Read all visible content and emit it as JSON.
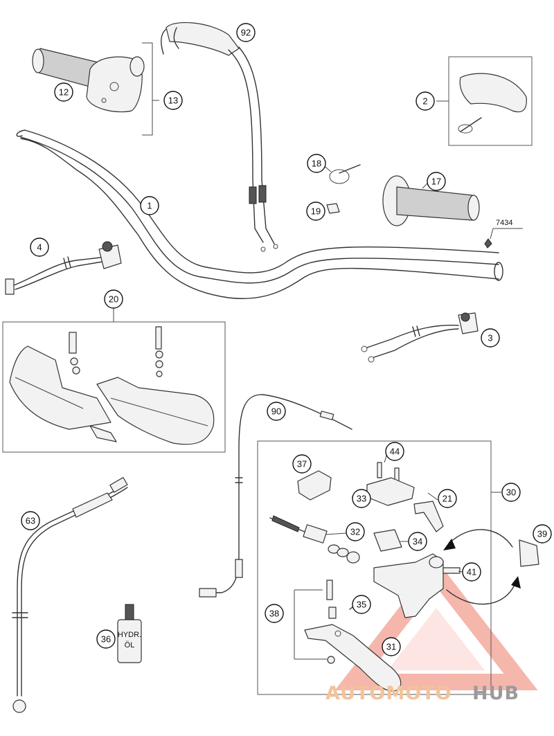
{
  "callouts": [
    {
      "id": "c1",
      "label": "1"
    },
    {
      "id": "c2",
      "label": "2"
    },
    {
      "id": "c3",
      "label": "3"
    },
    {
      "id": "c4",
      "label": "4"
    },
    {
      "id": "c12",
      "label": "12"
    },
    {
      "id": "c13",
      "label": "13"
    },
    {
      "id": "c17",
      "label": "17"
    },
    {
      "id": "c18",
      "label": "18"
    },
    {
      "id": "c19",
      "label": "19"
    },
    {
      "id": "c20",
      "label": "20"
    },
    {
      "id": "c21",
      "label": "21"
    },
    {
      "id": "c30",
      "label": "30"
    },
    {
      "id": "c31",
      "label": "31"
    },
    {
      "id": "c32",
      "label": "32"
    },
    {
      "id": "c33",
      "label": "33"
    },
    {
      "id": "c34",
      "label": "34"
    },
    {
      "id": "c35",
      "label": "35"
    },
    {
      "id": "c36",
      "label": "36"
    },
    {
      "id": "c37",
      "label": "37"
    },
    {
      "id": "c38",
      "label": "38"
    },
    {
      "id": "c39",
      "label": "39"
    },
    {
      "id": "c41",
      "label": "41"
    },
    {
      "id": "c44",
      "label": "44"
    },
    {
      "id": "c63",
      "label": "63"
    },
    {
      "id": "c90",
      "label": "90"
    },
    {
      "id": "c92",
      "label": "92"
    }
  ],
  "part_7434": "7434",
  "oil_bottle": {
    "line1": "HYDR.",
    "line2": "ÖL"
  },
  "watermark": {
    "part1": "AUTOMOTO",
    "part2": "HUB",
    "color_primary": "#f08a7a",
    "color_secondary": "#9b9b9b"
  }
}
